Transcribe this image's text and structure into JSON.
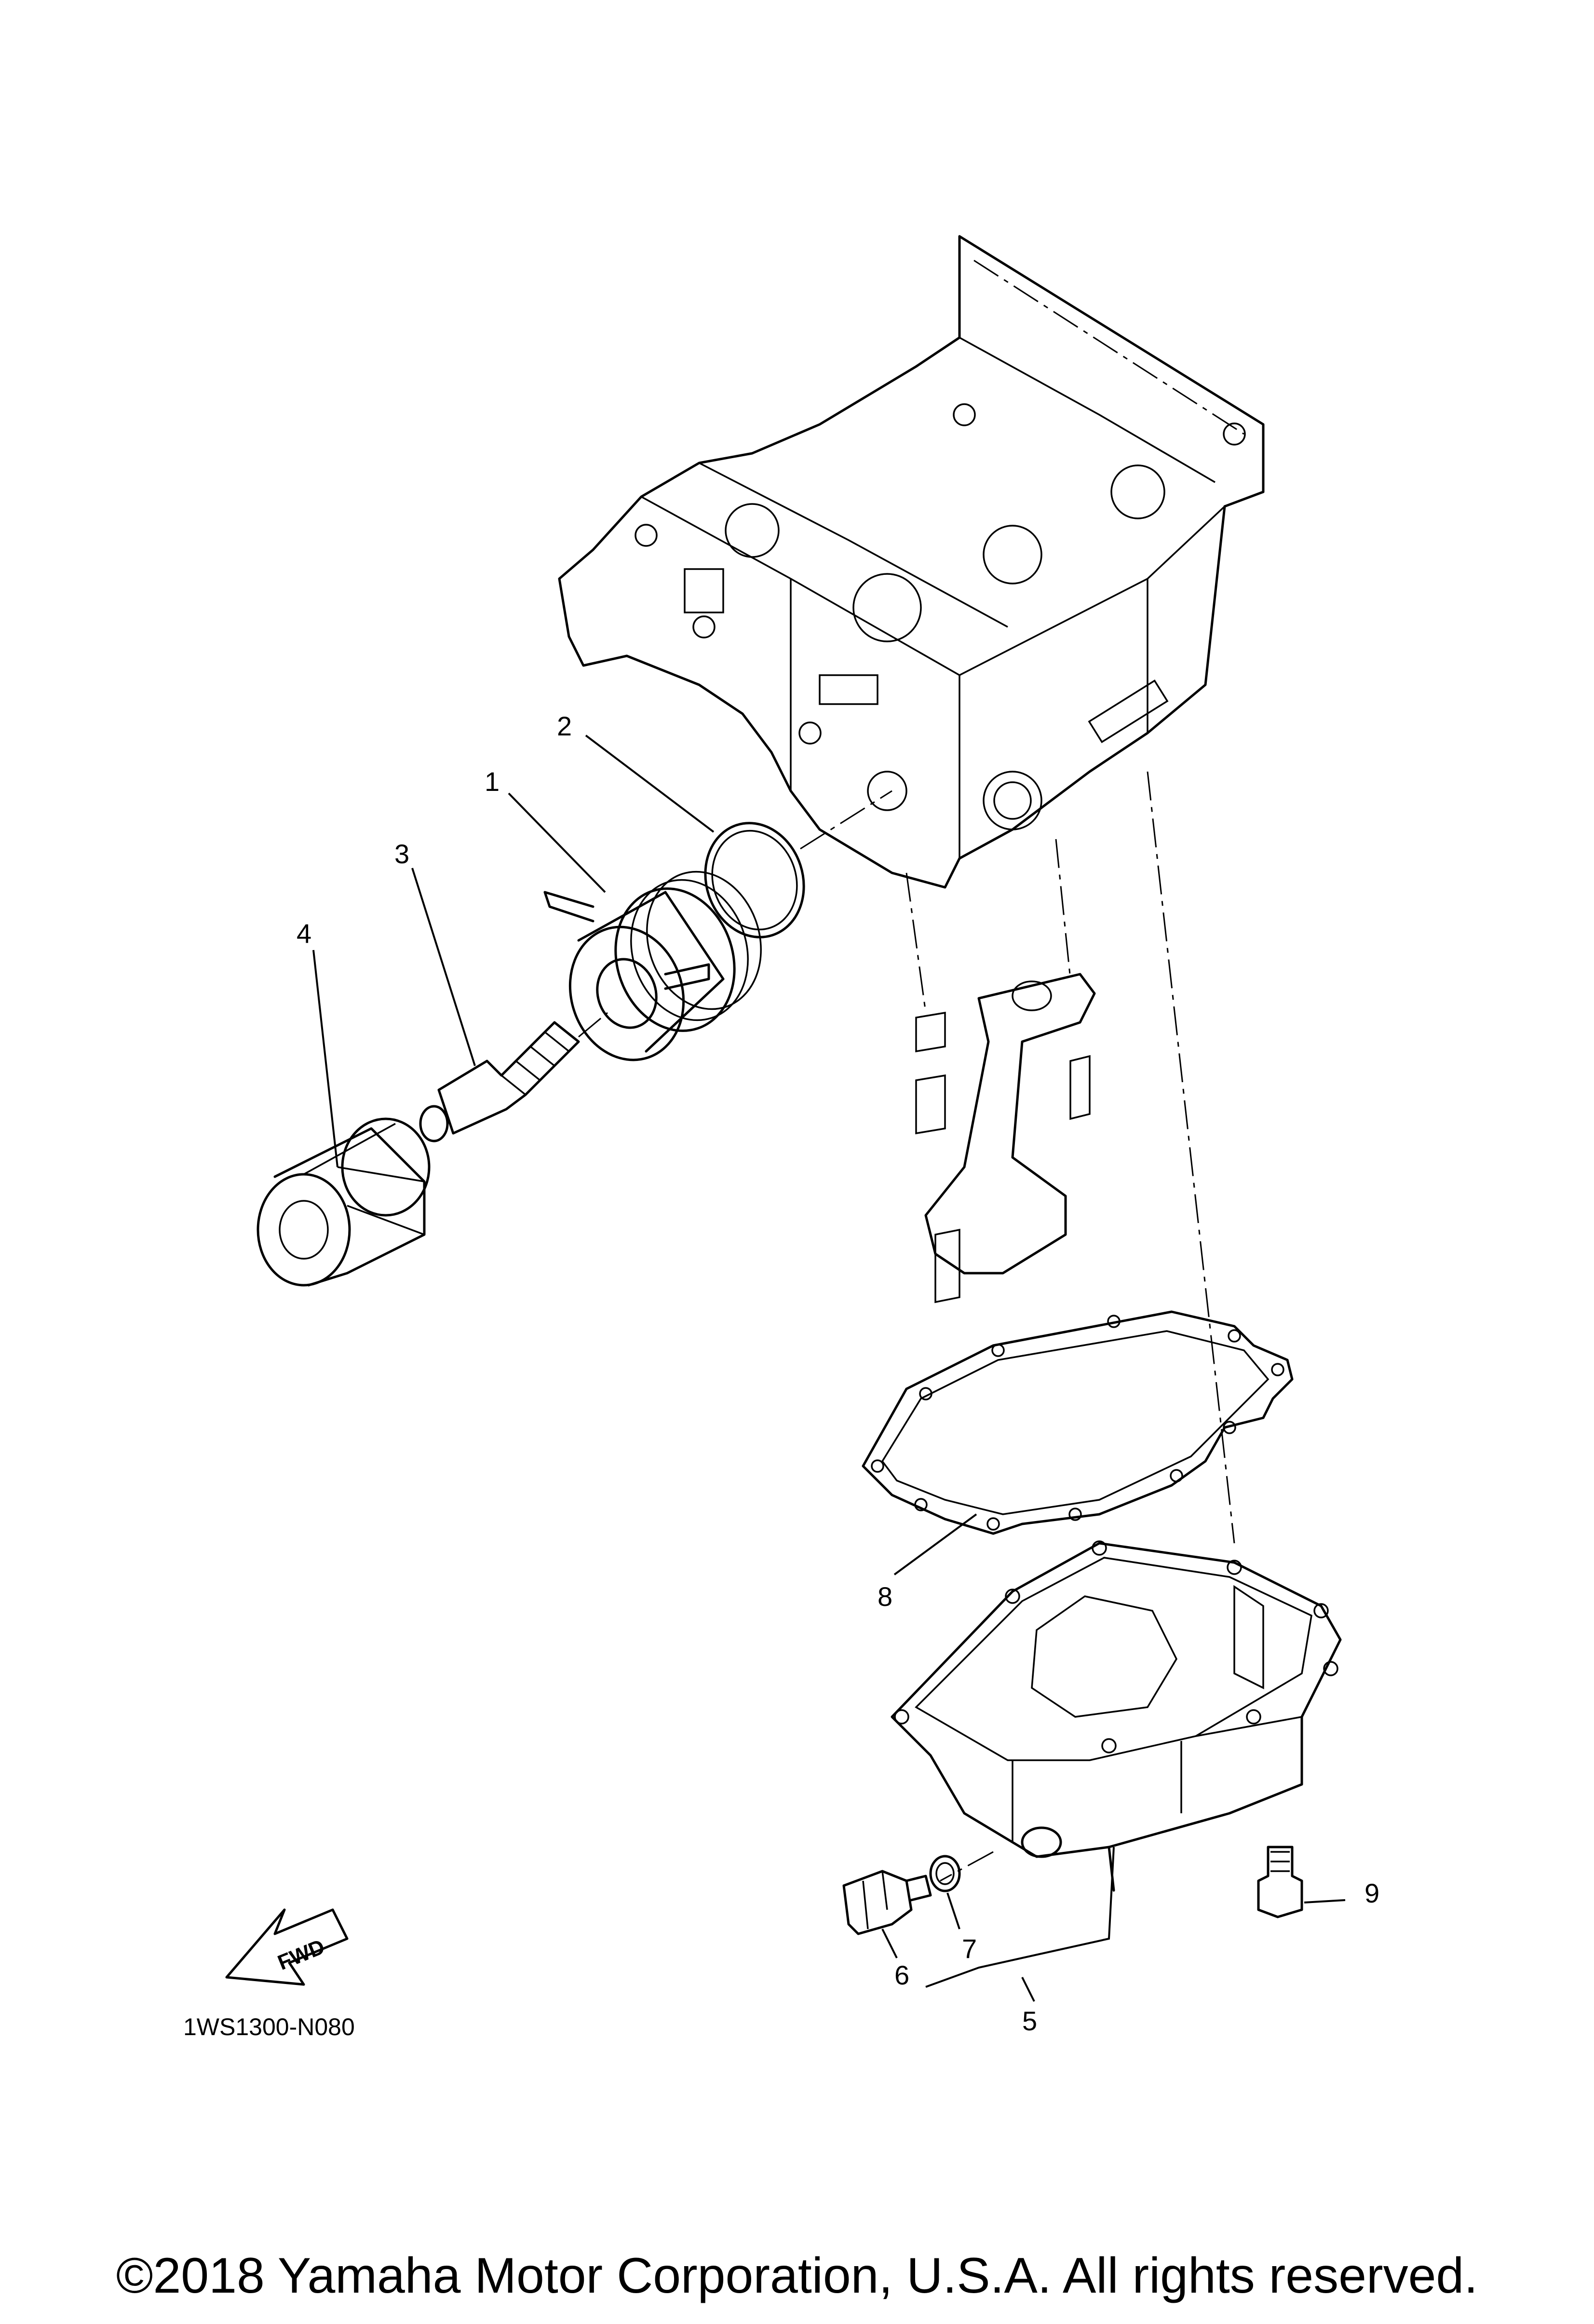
{
  "labels": {
    "p1": "1",
    "p2": "2",
    "p3": "3",
    "p4": "4",
    "p5": "5",
    "p6": "6",
    "p7": "7",
    "p8": "8",
    "p9": "9"
  },
  "diagram_code": "1WS1300-N080",
  "fwd_arrow": "FWD",
  "copyright": "©2018 Yamaha Motor Corporation, U.S.A. All rights reserved."
}
